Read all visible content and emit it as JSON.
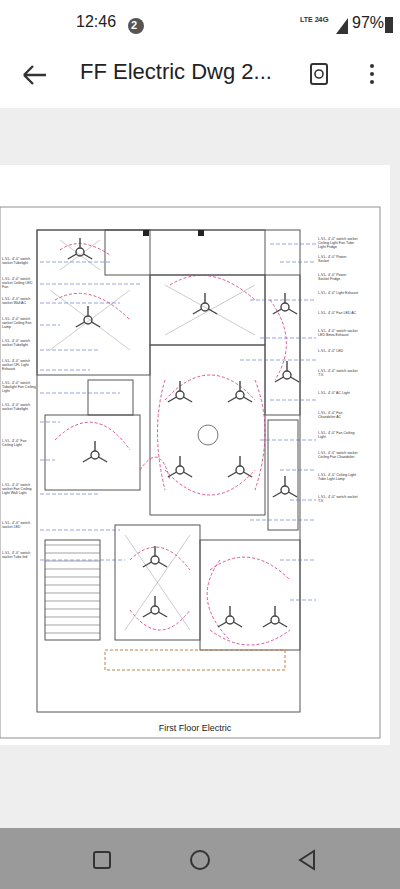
{
  "diagram": {
    "title": "FF Electric Dwg 2...",
    "caption": "First Floor Electric",
    "labels": [
      "12:46",
      "2",
      "LTE 2",
      "4G",
      "97%",
      "L.V.L. 4'-0\" switch socket Tubelight",
      "L.V.L. 4'-0\" switch socket Ceiling LED Fan",
      "L.V.L. 4'-0\" switch socket Wall AC",
      "L.V.L. 4'-0\" switch socket Ceiling Fan Lamp",
      "L.V.L. 4'-0\" switch socket Tubelight",
      "L.V.L. 4'-0\" switch socket CFL Light Exhaust",
      "L.V.L. 4'-0\" switch Tubelight Fan Ceiling Light",
      "L.V.L. 4'-0\" switch socket Tubelight",
      "L.V.L. 4'-0\" Fan Ceiling Light",
      "L.V.L. 4'-0\" switch socket Fan Ceiling Light Wall Light",
      "L.V.L. 4'-0\" switch socket LED",
      "L.V.L. 4'-0\" switch socket Tube led",
      "L.V.L. 4'-0\" switch socket Ceiling Light Fan Tube Light Fridge",
      "L.V.L. 4'-0\" Power Socket",
      "L.V.L. 4'-0\" Power Socket Fridge",
      "L.V.L. 4'-0\" Light Exhaust",
      "L.V.L. 4'-0\" Fan LED AC",
      "L.V.L. 4'-0\" switch socket LED Bmra Exhaust",
      "L.V.L. 4'-0\" LED",
      "L.V.L. 4'-0\" switch socket T.V.",
      "L.V.L. 4'-0\" AC Light",
      "L.V.L. 4'-0\" Fan Chandelier AC",
      "L.V.L. 4'-0\" Fan Ceiling Light",
      "L.V.L. 4'-0\" switch socket Ceiling Fan Chandelier",
      "L.V.L. 4'-0\" Ceiling Light Tube Light Lamp",
      "L.V.L. 4'-0\" switch socket T.V."
    ]
  }
}
